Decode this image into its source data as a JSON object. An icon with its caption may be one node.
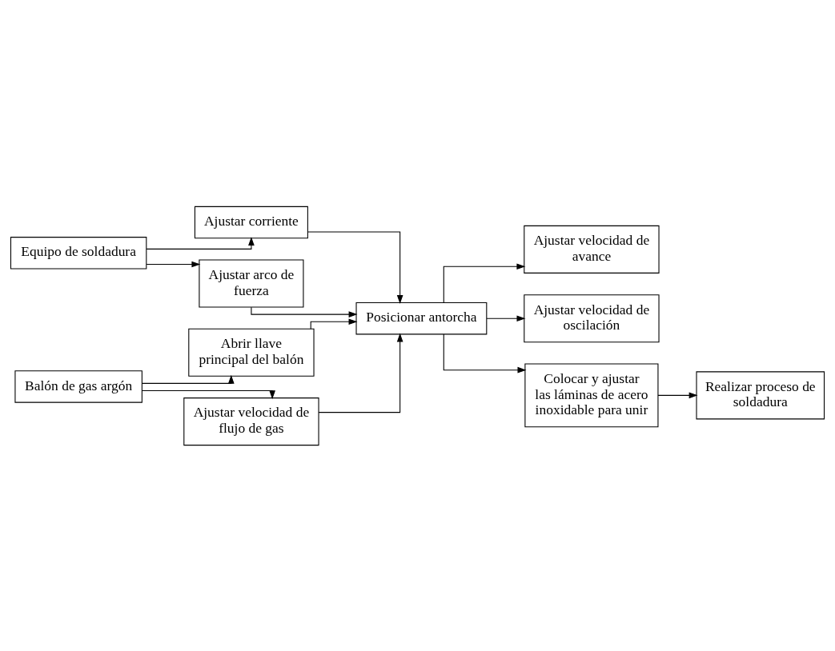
{
  "diagram": {
    "nodes": [
      {
        "text": [
          "Equipo de soldadura"
        ]
      },
      {
        "text": [
          "Ajustar corriente"
        ]
      },
      {
        "text": [
          "Ajustar arco de fuerza"
        ]
      },
      {
        "text": [
          "Balón de gas argón"
        ]
      },
      {
        "text": [
          "Abrir llave principal del balón"
        ]
      },
      {
        "text": [
          "Ajustar velocidad de flujo de gas"
        ]
      },
      {
        "text": [
          "Posicionar antorcha"
        ]
      },
      {
        "text": [
          "Ajustar velocidad de avance"
        ]
      },
      {
        "text": [
          "Ajustar velocidad de oscilación"
        ]
      },
      {
        "text": [
          "Colocar y ajustar las láminas de acero inoxidable para unir"
        ]
      },
      {
        "text": [
          "Realizar proceso de soldadura"
        ]
      }
    ],
    "edges": [
      {
        "from": 0,
        "to": 1,
        "arrow": "to"
      },
      {
        "from": 0,
        "to": 2,
        "arrow": "to"
      },
      {
        "from": 3,
        "to": 4,
        "arrow": "to"
      },
      {
        "from": 3,
        "to": 5,
        "arrow": "to"
      },
      {
        "from": 1,
        "to": 6,
        "arrow": "to"
      },
      {
        "from": 2,
        "to": 6,
        "arrow": "to"
      },
      {
        "from": 4,
        "to": 6,
        "arrow": "to"
      },
      {
        "from": 5,
        "to": 6,
        "arrow": "to"
      },
      {
        "from": 6,
        "to": 7,
        "arrow": "to"
      },
      {
        "from": 6,
        "to": 8,
        "arrow": "to"
      },
      {
        "from": 6,
        "to": 9,
        "arrow": "to"
      },
      {
        "from": 9,
        "to": 10,
        "arrow": "to"
      }
    ]
  }
}
